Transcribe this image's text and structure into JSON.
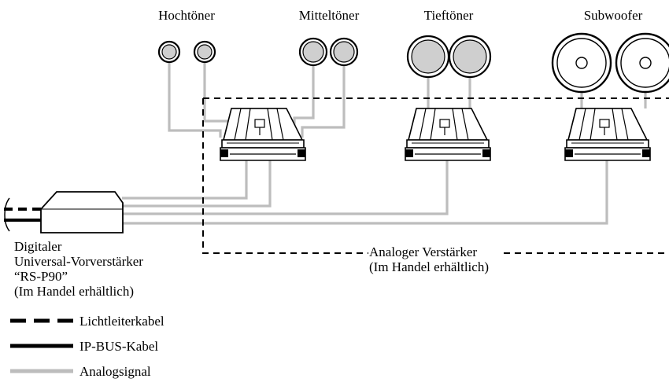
{
  "speakers": {
    "hochtoner": "Hochtöner",
    "mitteltoner": "Mitteltöner",
    "tieftoner": "Tieftöner",
    "subwoofer": "Subwoofer"
  },
  "preamp": {
    "line1": "Digitaler",
    "line2": "Universal-Vorverstärker",
    "line3": "“RS-P90”",
    "line4": "(Im Handel erhältlich)"
  },
  "amplifier": {
    "line1": "Analoger Verstärker",
    "line2": "(Im Handel erhältlich)"
  },
  "legend": {
    "optical": "Lichtleiterkabel",
    "ipbus": "IP-BUS-Kabel",
    "analog": "Analogsignal"
  },
  "colors": {
    "analog_cable": "#bdbdbd",
    "line": "#000000",
    "speaker_fill": "#cfcfcf"
  }
}
